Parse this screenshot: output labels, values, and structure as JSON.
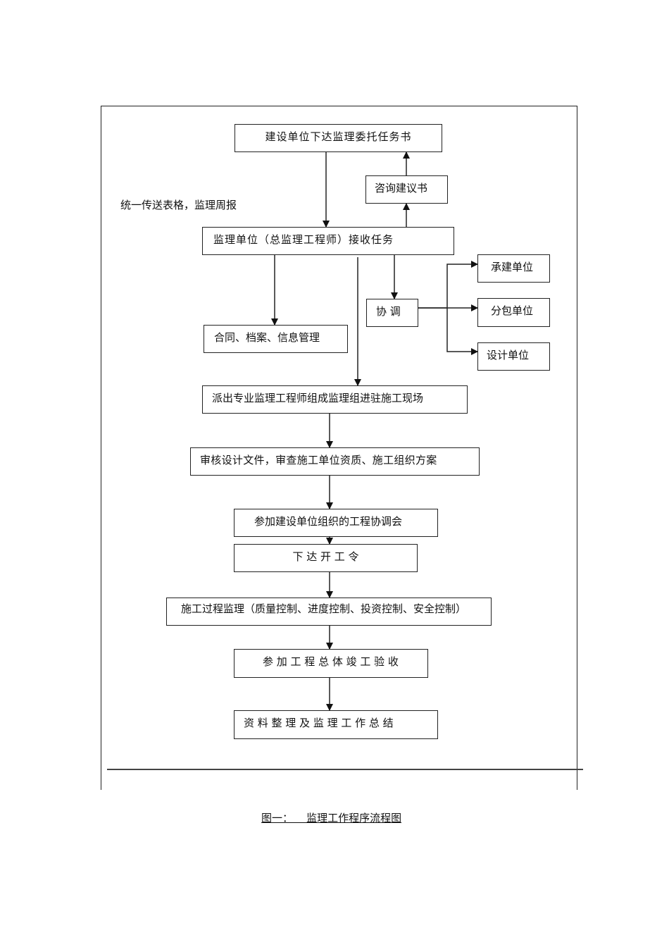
{
  "diagram": {
    "side_note": "统一传送表格，监理周报",
    "nodes": {
      "n1": "建设单位下达监理委托任务书",
      "n2": "咨询建议书",
      "n3": "监理单位（总监理工程师）接收任务",
      "n4": "承建单位",
      "n5": "协 调",
      "n6": "分包单位",
      "n7": "合同、档案、信息管理",
      "n8": "设计单位",
      "n9": "派出专业监理工程师组成监理组进驻施工现场",
      "n10": "审核设计文件，审查施工单位资质、施工组织方案",
      "n11": "参加建设单位组织的工程协调会",
      "n12": "下 达 开 工 令",
      "n13": "施工过程监理（质量控制、进度控制、投资控制、安全控制）",
      "n14": "参 加 工 程 总 体 竣 工 验 收",
      "n15": "资 料 整 理 及 监 理 工 作 总 结"
    },
    "edges": [
      {
        "from": "n1",
        "to": "n3"
      },
      {
        "from": "n3",
        "to": "n2"
      },
      {
        "from": "n2",
        "to": "n1"
      },
      {
        "from": "n3",
        "to": "n7"
      },
      {
        "from": "n3",
        "to": "n5"
      },
      {
        "from": "n3",
        "to": "n9"
      },
      {
        "from": "n5",
        "to": "n4"
      },
      {
        "from": "n5",
        "to": "n6"
      },
      {
        "from": "n5",
        "to": "n8"
      },
      {
        "from": "n9",
        "to": "n10"
      },
      {
        "from": "n10",
        "to": "n11"
      },
      {
        "from": "n11",
        "to": "n12"
      },
      {
        "from": "n12",
        "to": "n13"
      },
      {
        "from": "n13",
        "to": "n14"
      },
      {
        "from": "n14",
        "to": "n15"
      }
    ]
  },
  "caption": "图一：    监理工作程序流程图"
}
